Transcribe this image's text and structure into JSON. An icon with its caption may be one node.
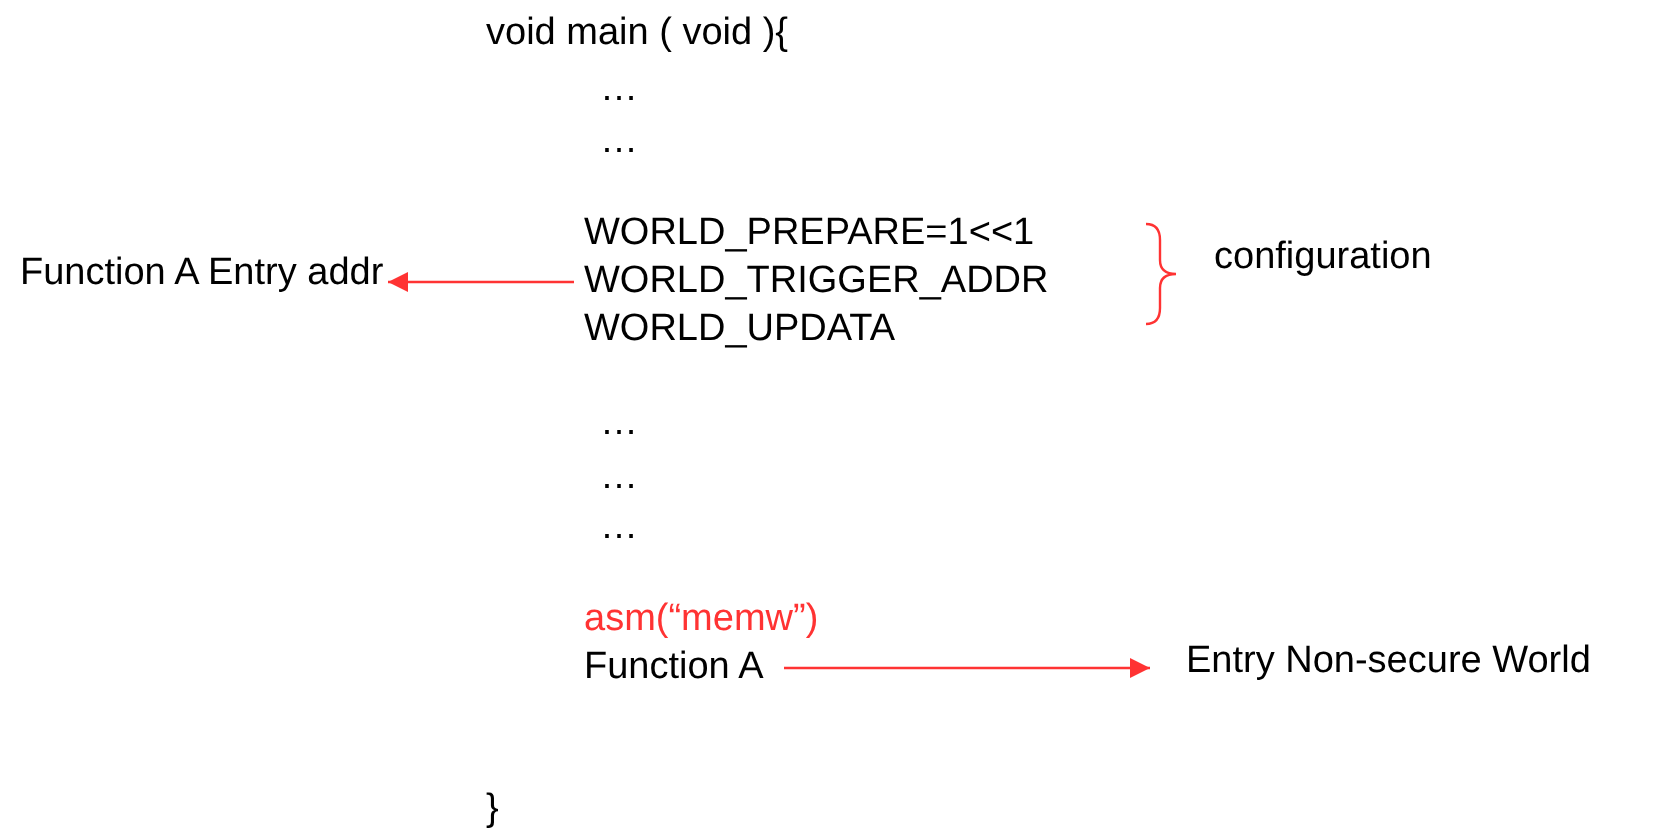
{
  "diagram": {
    "nodes": [
      {
        "text": [
          "Function A Entry addr"
        ]
      },
      {
        "text": [
          "WORLD_TRIGGER_ADDR"
        ]
      },
      {
        "text": [
          "Function A"
        ]
      },
      {
        "text": [
          "Entry Non-secure World"
        ]
      }
    ],
    "edges": [
      {
        "from": 1,
        "to": 0,
        "arrow": "to",
        "color": "#ff3333"
      },
      {
        "from": 2,
        "to": 3,
        "arrow": "to",
        "color": "#ff3333"
      }
    ],
    "labels": [
      "void main ( void ){",
      "…",
      "…",
      "WORLD_PREPARE=1<<1",
      "configuration",
      "WORLD_UPDATA",
      "…",
      "…",
      "…",
      "asm(“memw”)",
      "}"
    ]
  }
}
